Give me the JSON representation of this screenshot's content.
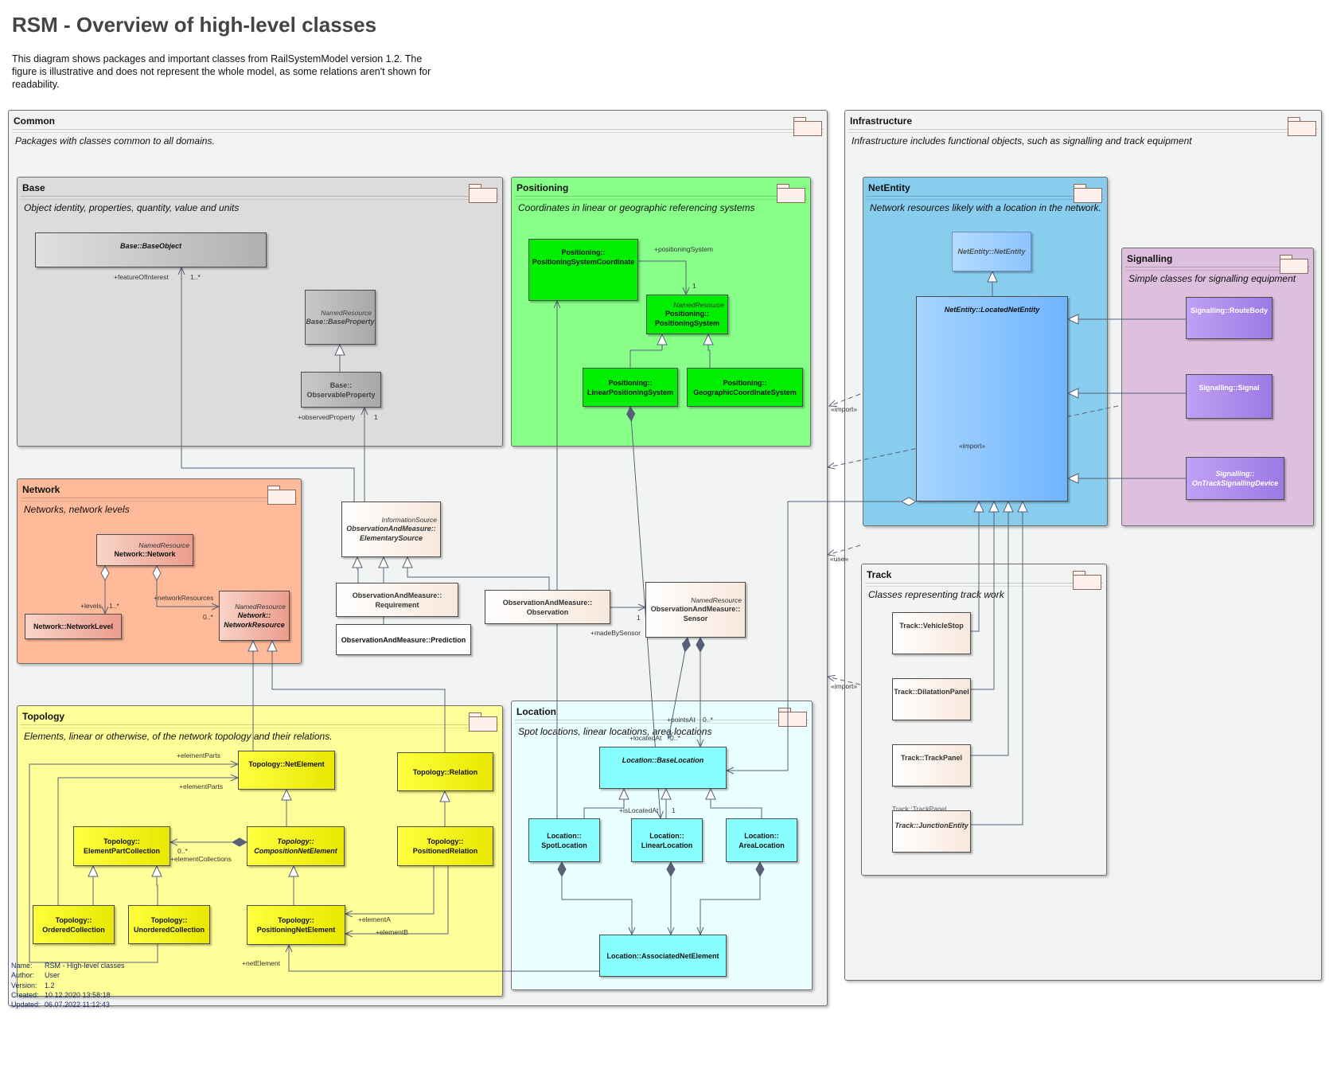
{
  "header": {
    "title": "RSM - Overview of high-level classes",
    "description": "This diagram shows packages and important classes from RailSystemModel version 1.2. The figure is illustrative and does not represent the whole model, as some relations aren't shown for readability."
  },
  "colors": {
    "common_bg": "#f2f4f4",
    "base_bg": "#dcdcdc",
    "positioning_bg": "#88ff88",
    "network_bg": "#ffbb99",
    "topology_bg": "#ffff99",
    "location_bg": "#eaffff",
    "netentity_bg": "#88ccee",
    "signalling_bg": "#ddc0dd",
    "track_bg": "#f2f4f4",
    "connector": "#58607a"
  },
  "packages": {
    "common": {
      "name": "Common",
      "note": "Packages with classes common to all domains."
    },
    "base": {
      "name": "Base",
      "note": "Object identity, properties, quantity, value and units"
    },
    "positioning": {
      "name": "Positioning",
      "note": "Coordinates in linear or geographic referencing systems"
    },
    "network": {
      "name": "Network",
      "note": "Networks, network levels"
    },
    "topology": {
      "name": "Topology",
      "note": "Elements, linear or otherwise, of the network topology and their relations."
    },
    "location": {
      "name": "Location",
      "note": "Spot locations, linear locations, area locations"
    },
    "infrastructure": {
      "name": "Infrastructure",
      "note": "Infrastructure includes functional objects, such as signalling and track equipment"
    },
    "netentity": {
      "name": "NetEntity",
      "note": "Network resources likely with a location in the network."
    },
    "signalling": {
      "name": "Signalling",
      "note": "Simple classes for signalling equipment"
    },
    "track": {
      "name": "Track",
      "note": "Classes representing track work"
    }
  },
  "classes": {
    "base_object": {
      "name": "Base::BaseObject"
    },
    "base_property": {
      "stereotype": "NamedResource",
      "name": "Base::BaseProperty"
    },
    "observable_property": {
      "name": "Base:: ObservableProperty"
    },
    "positioning_system_coordinate": {
      "name": "Positioning:: PositioningSystemCoordinate"
    },
    "positioning_system": {
      "stereotype": "NamedResource",
      "name": "Positioning:: PositioningSystem"
    },
    "linear_positioning_system": {
      "name": "Positioning:: LinearPositioningSystem"
    },
    "geographic_coordinate_system": {
      "name": "Positioning:: GeographicCoordinateSystem"
    },
    "network_network": {
      "stereotype": "NamedResource",
      "name": "Network::Network"
    },
    "network_level": {
      "name": "Network::NetworkLevel"
    },
    "network_resource": {
      "stereotype": "NamedResource",
      "name": "Network:: NetworkResource"
    },
    "elementary_source": {
      "stereotype": "InformationSource",
      "name": "ObservationAndMeasure:: ElementarySource"
    },
    "requirement": {
      "name": "ObservationAndMeasure:: Requirement"
    },
    "prediction": {
      "name": "ObservationAndMeasure::Prediction"
    },
    "observation": {
      "name": "ObservationAndMeasure:: Observation"
    },
    "sensor": {
      "stereotype": "NamedResource",
      "name": "ObservationAndMeasure:: Sensor"
    },
    "net_element": {
      "name": "Topology::NetElement"
    },
    "relation": {
      "name": "Topology::Relation"
    },
    "element_part_collection": {
      "name": "Topology:: ElementPartCollection"
    },
    "composition_net_element": {
      "name": "Topology:: CompositionNetElement"
    },
    "positioned_relation": {
      "name": "Topology:: PositionedRelation"
    },
    "ordered_collection": {
      "name": "Topology:: OrderedCollection"
    },
    "unordered_collection": {
      "name": "Topology:: UnorderedCollection"
    },
    "positioning_net_element": {
      "name": "Topology:: PositioningNetElement"
    },
    "base_location": {
      "name": "Location::BaseLocation"
    },
    "spot_location": {
      "name": "Location:: SpotLocation"
    },
    "linear_location": {
      "name": "Location:: LinearLocation"
    },
    "area_location": {
      "name": "Location:: AreaLocation"
    },
    "associated_net_element": {
      "name": "Location::AssociatedNetElement"
    },
    "net_entity": {
      "name": "NetEntity::NetEntity"
    },
    "located_net_entity": {
      "name": "NetEntity::LocatedNetEntity"
    },
    "route_body": {
      "name": "Signalling::RouteBody"
    },
    "signal": {
      "name": "Signalling::Signal"
    },
    "on_track_signalling_device": {
      "name": "Signalling:: OnTrackSignallingDevice"
    },
    "vehicle_stop": {
      "name": "Track::VehicleStop"
    },
    "dilatation_panel": {
      "name": "Track::DilatationPanel"
    },
    "track_panel": {
      "name": "Track::TrackPanel"
    },
    "junction_entity": {
      "stereotype": "Track::TrackPanel",
      "name": "Track::JunctionEntity"
    }
  },
  "labels": {
    "feature_of_interest": "+featureOfInterest",
    "mult_1_star": "1..*",
    "observed_property": "+observedProperty",
    "mult_1": "1",
    "positioning_system_role": "+positioningSystem",
    "levels": "+levels",
    "network_resources": "+networkResources",
    "mult_0_star": "0..*",
    "made_by_sensor": "+madeBySensor",
    "points_at": "+pointsAt",
    "located_at": "+locatedAt",
    "is_located_at": "+isLocatedAt",
    "element_parts": "+elementParts",
    "element_collections": "+elementCollections",
    "element_a": "+elementA",
    "element_b": "+elementB",
    "net_element_role": "+netElement",
    "import": "«import»",
    "use": "«use»"
  },
  "footer": {
    "name_key": "Name:",
    "name": "RSM - High-level classes",
    "author_key": "Author:",
    "author": "User",
    "version_key": "Version:",
    "version": "1.2",
    "created_key": "Created:",
    "created": "10.12.2020 13:58:18",
    "updated_key": "Updated:",
    "updated": "06.07.2022 11:12:43"
  }
}
